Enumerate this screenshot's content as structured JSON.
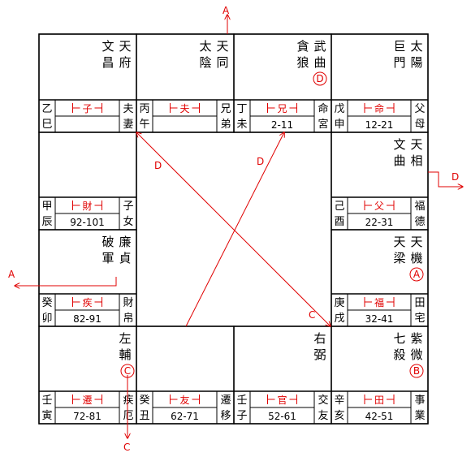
{
  "palaces": [
    {
      "id": "si",
      "stars": [
        "天府",
        "文昌"
      ],
      "stem": "乙",
      "branch": "巳",
      "role": "子",
      "name": "夫妻",
      "range": ""
    },
    {
      "id": "wu",
      "stars": [
        "天同",
        "太陰"
      ],
      "stem": "丙",
      "branch": "午",
      "role": "夫",
      "name": "兄弟",
      "range": ""
    },
    {
      "id": "wei",
      "stars": [
        "武曲",
        "貪狼"
      ],
      "stem": "丁",
      "branch": "未",
      "role": "兄",
      "name": "命宮",
      "range": "2-11",
      "mark": "D"
    },
    {
      "id": "shen",
      "stars": [
        "太陽",
        "巨門"
      ],
      "stem": "戊",
      "branch": "申",
      "role": "命",
      "name": "父母",
      "range": "12-21"
    },
    {
      "id": "you",
      "stars": [
        "天相",
        "文曲"
      ],
      "stem": "己",
      "branch": "酉",
      "role": "父",
      "name": "福德",
      "range": "22-31"
    },
    {
      "id": "xu",
      "stars": [
        "天機",
        "天梁"
      ],
      "stem": "庚",
      "branch": "戌",
      "role": "福",
      "name": "田宅",
      "range": "32-41",
      "mark": "A"
    },
    {
      "id": "hai",
      "stars": [
        "紫微",
        "七殺"
      ],
      "stem": "辛",
      "branch": "亥",
      "role": "田",
      "name": "事業",
      "range": "42-51",
      "mark": "B"
    },
    {
      "id": "zi",
      "stars": [
        "右弼"
      ],
      "stem": "壬",
      "branch": "子",
      "role": "官",
      "name": "交友",
      "range": "52-61"
    },
    {
      "id": "chou",
      "stars": [],
      "stem": "癸",
      "branch": "丑",
      "role": "友",
      "name": "遷移",
      "range": "62-71"
    },
    {
      "id": "yin",
      "stars": [
        "左輔"
      ],
      "stem": "壬",
      "branch": "寅",
      "role": "遷",
      "name": "疾厄",
      "range": "72-81",
      "mark": "C"
    },
    {
      "id": "mao",
      "stars": [
        "廉貞",
        "破軍"
      ],
      "stem": "癸",
      "branch": "卯",
      "role": "疾",
      "name": "財帛",
      "range": "82-91"
    },
    {
      "id": "chen",
      "stars": [],
      "stem": "甲",
      "branch": "辰",
      "role": "財",
      "name": "子女",
      "range": "92-101"
    }
  ],
  "arrow_labels": {
    "a": "A",
    "b": "C",
    "c": "D"
  },
  "colors": {
    "line": "#000000",
    "accent": "#e00000"
  }
}
